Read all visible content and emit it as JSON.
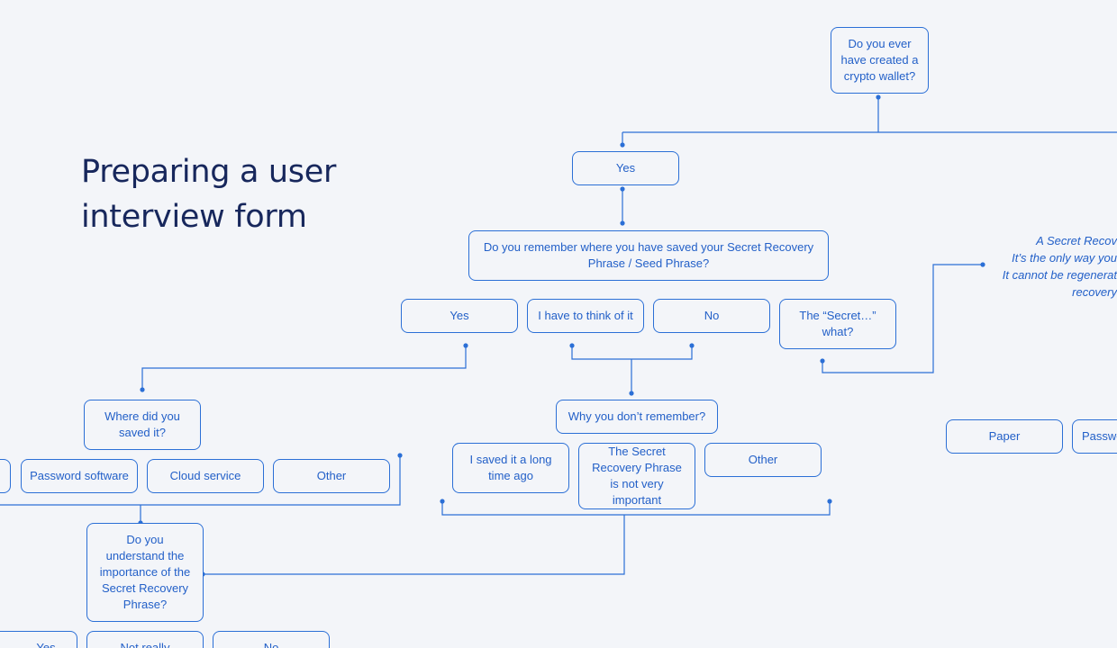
{
  "page": {
    "title": "Preparing a user interview form"
  },
  "style": {
    "accent": "#2b6fd6",
    "text": "#2360c8",
    "title_color": "#17275c",
    "background": "#f3f5f9"
  },
  "nodes": {
    "q_wallet": "Do you ever have created a crypto wallet?",
    "a_yes_wallet": "Yes",
    "q_remember": "Do you remember where you have saved your Secret Recovery Phrase / Seed Phrase?",
    "a_yes_remember": "Yes",
    "a_think": "I have to think of it",
    "a_no_remember": "No",
    "a_secret_what": "The “Secret…” what?",
    "q_where_saved": "Where did you saved it?",
    "a_password_software": "Password software",
    "a_cloud_service": "Cloud service",
    "a_other_where": "Other",
    "q_why_not": "Why you don’t remember?",
    "a_long_ago": "I saved it a long time ago",
    "a_not_important": "The Secret Recovery Phrase is not very important",
    "a_other_why": "Other",
    "q_understand": "Do you understand the importance of the Secret Recovery Phrase?",
    "a_yes_understand": "Yes",
    "a_not_really": "Not really",
    "a_no_understand": "No",
    "a_paper": "Paper",
    "a_password_partial": "Passwo"
  },
  "note": {
    "lines": [
      "A Secret Recov",
      "It’s the only way you",
      "It cannot be regenerat",
      "recovery"
    ]
  }
}
